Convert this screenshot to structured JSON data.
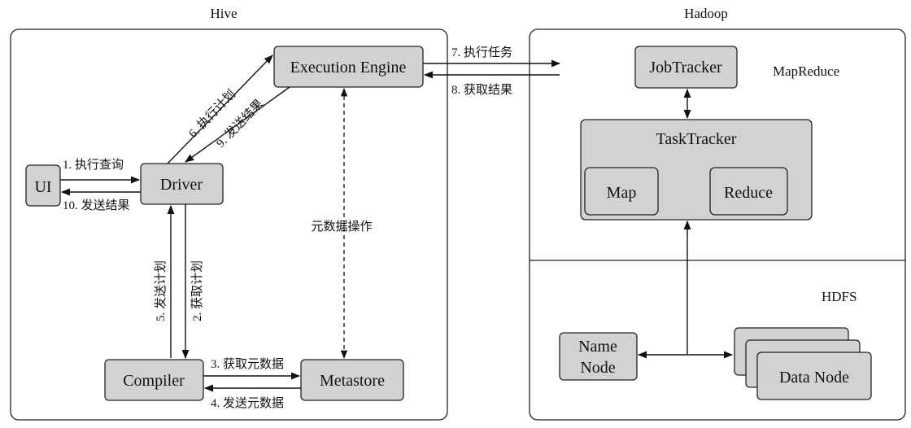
{
  "hive": {
    "title": "Hive",
    "ui": "UI",
    "driver": "Driver",
    "execution_engine": "Execution Engine",
    "compiler": "Compiler",
    "metastore": "Metastore",
    "edges": {
      "e1": "1. 执行查询",
      "e10": "10. 发送结果",
      "e6": "6. 执行计划",
      "e9": "9. 发送结果",
      "e5": "5. 发送计划",
      "e2": "2. 获取计划",
      "e3": "3. 获取元数据",
      "e4": "4. 发送元数据",
      "meta_ops": "元数据操作"
    }
  },
  "hadoop": {
    "title": "Hadoop",
    "mapreduce": {
      "label": "MapReduce",
      "jobtracker": "JobTracker",
      "tasktracker": "TaskTracker",
      "map": "Map",
      "reduce": "Reduce"
    },
    "hdfs": {
      "label": "HDFS",
      "namenode_line1": "Name",
      "namenode_line2": "Node",
      "datanode": "Data Node"
    }
  },
  "links": {
    "e7": "7. 执行任务",
    "e8": "8. 获取结果"
  }
}
